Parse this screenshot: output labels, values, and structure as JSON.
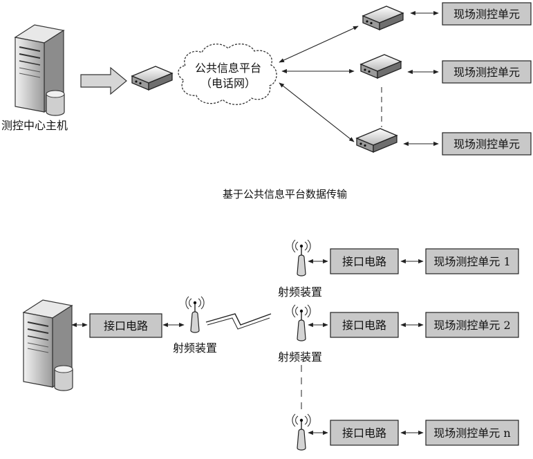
{
  "top": {
    "host_label": "测控中心主机",
    "cloud_line1": "公共信息平台",
    "cloud_line2": "（电话网）",
    "unit_labels": [
      "现场测控单元",
      "现场测控单元",
      "现场测控单元"
    ],
    "caption": "基于公共信息平台数据传输"
  },
  "bottom": {
    "host_interface": "接口电路",
    "host_rf": "射频装置",
    "remote_interfaces": [
      "接口电路",
      "接口电路",
      "接口电路"
    ],
    "remote_rf_labels": [
      "射频装置",
      "射频装置"
    ],
    "unit_labels": [
      "现场测控单元 1",
      "现场测控单元 2",
      "现场测控单元 n"
    ]
  },
  "colors": {
    "box_fill": "#c8c8c8",
    "stroke": "#222222"
  }
}
